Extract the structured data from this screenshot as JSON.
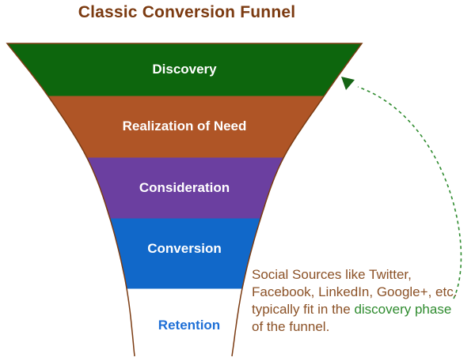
{
  "title": "Classic Conversion Funnel",
  "title_color": "#7B3A10",
  "funnel": {
    "outline_color": "#7B3B12",
    "stages": [
      {
        "label": "Discovery",
        "fill": "#0D660D",
        "label_color": "#FFFFFF"
      },
      {
        "label": "Realization of Need",
        "fill": "#AF5526",
        "label_color": "#FFFFFF"
      },
      {
        "label": "Consideration",
        "fill": "#6B3FA0",
        "label_color": "#FFFFFF"
      },
      {
        "label": "Conversion",
        "fill": "#1168C9",
        "label_color": "#FFFFFF"
      },
      {
        "label": "Retention",
        "fill": "#FFFFFF",
        "label_color": "#1E6FD6"
      }
    ]
  },
  "annotation": {
    "line1": "Social Sources like Twitter,",
    "line2": "Facebook, LinkedIn, Google+, etc.",
    "line3_prefix": "typically fit in the ",
    "line3_highlight": "discovery phase",
    "line4": "of the funnel.",
    "text_color": "#8B5126",
    "highlight_color": "#2E8B2E"
  },
  "arrow": {
    "dash_color": "#2E8B2E",
    "head_color": "#156515"
  }
}
